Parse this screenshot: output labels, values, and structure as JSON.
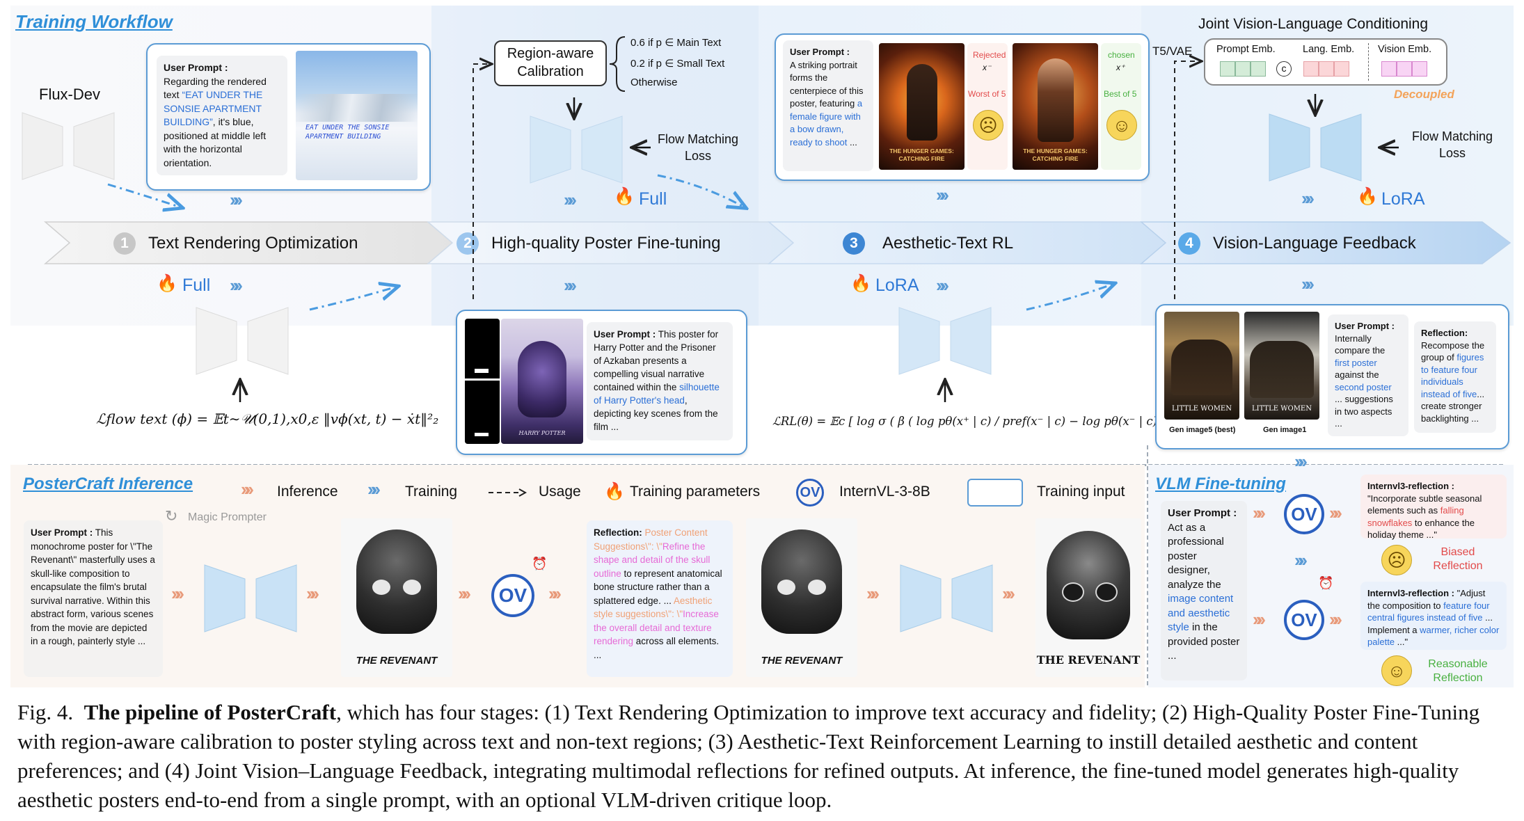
{
  "training": {
    "title": "Training Workflow",
    "flux_dev": "Flux-Dev",
    "stage1": {
      "num": "1",
      "label": "Text Rendering Optimization",
      "train_label": "Full",
      "prompt_head": "User Prompt :",
      "prompt_a": "Regarding the rendered text ",
      "prompt_b": "“EAT UNDER THE SONSIE APARTMENT BUILDING”",
      "prompt_c": ", it's blue, positioned at middle left with the horizontal orientation.",
      "image_text": "EAT UNDER THE SONSIE APARTMENT BUILDING"
    },
    "stage2": {
      "num": "2",
      "label": "High-quality Poster Fine-tuning",
      "train_label": "Full",
      "calibration": "Region-aware Calibration",
      "cond1": "0.6 if p ∈ Main Text",
      "cond2": "0.2 if p ∈ Small Text",
      "cond3": "Otherwise",
      "loss": "Flow Matching Loss",
      "prompt_head": "User Prompt :",
      "prompt_a": "This poster for Harry Potter and the Prisoner of Azkaban presents a compelling visual narrative contained within the ",
      "prompt_b": "silhouette of Harry Potter's head",
      "prompt_c": ", depicting key scenes from the film ...",
      "poster_text": "HARRY POTTER"
    },
    "stage3": {
      "num": "3",
      "label": "Aesthetic-Text RL",
      "train_label": "LoRA",
      "prompt_head": "User Prompt :",
      "prompt_a": "A striking portrait forms the centerpiece of this poster, featuring ",
      "prompt_b": "a female figure with a bow drawn, ready to shoot",
      "prompt_c": " ...",
      "rejected": "Rejected",
      "rejected_var": "x⁻",
      "worst": "Worst of 5",
      "chosen": "chosen",
      "chosen_var": "x⁺",
      "best": "Best of 5",
      "poster_title": "THE HUNGER GAMES: CATCHING FIRE",
      "formula": "ℒRL(θ) = 𝔼c [ log σ ( β ( log pθ(x⁺ | c) / pref(x⁻ | c) − log pθ(x⁻ | c) / pref(x⁻ | c) ) ) ]"
    },
    "stage4": {
      "num": "4",
      "label": "Vision-Language Feedback",
      "train_label": "LoRA",
      "joint_title": "Joint Vision-Language Conditioning",
      "t5vae": "T5/VAE",
      "prompt_emb": "Prompt Emb.",
      "lang_emb": "Lang. Emb.",
      "vision_emb": "Vision Emb.",
      "concat": "c",
      "decoupled": "Decoupled",
      "loss": "Flow Matching Loss",
      "gen5": "Gen image5 (best)",
      "gen1": "Gen image1",
      "poster_title": "LITTLE WOMEN",
      "prompt_head": "User Prompt :",
      "prompt_a": "Internally compare the ",
      "prompt_b": "first poster",
      "prompt_c": " against the ",
      "prompt_d": "second poster",
      "prompt_e": " ... suggestions in two aspects ...",
      "refl_head": "Reflection:",
      "refl_a": "Recompose the group of ",
      "refl_b": "figures to feature four individuals instead of five",
      "refl_c": "... create stronger backlighting ..."
    },
    "flow_loss_formula": "ℒflow text (ϕ) = 𝔼t∼𝒰(0,1),x0,ε ‖vϕ(xt, t) − ẋt‖²₂"
  },
  "inference": {
    "title": "PosterCraft Inference",
    "legend": {
      "inference": "Inference",
      "training": "Training",
      "usage": "Usage",
      "params": "Training parameters",
      "internvl": "InternVL-3-8B",
      "input": "Training input"
    },
    "magic": "Magic Prompter",
    "prompt_head": "User Prompt :",
    "prompt": "This monochrome poster for \\\"The Revenant\\\" masterfully uses a skull-like composition to encapsulate the film's brutal survival narrative. Within this abstract form, various scenes from the movie are depicted in a rough, painterly style ...",
    "refl_head": "Reflection:",
    "refl_a": "Poster Content Suggestions\\\": \\\"",
    "refl_b": "Refine the shape and detail of the skull outline",
    "refl_c": " to represent anatomical bone structure rather than a splattered edge. ...",
    "refl_d": "Aesthetic style suggestions\\\": \\\"",
    "refl_e": "Increase the overall detail and texture rendering",
    "refl_f": " across all elements. ...",
    "poster_title": "THE REVENANT",
    "poster_title2": "THE REVENANT"
  },
  "vlm": {
    "title": "VLM Fine-tuning",
    "prompt_head": "User Prompt :",
    "prompt_a": "Act as a professional poster designer, analyze the ",
    "prompt_b": "image content and aesthetic style",
    "prompt_c": " in the provided poster ...",
    "biased_head": "Internvl3-reflection :",
    "biased_a": "\"Incorporate subtle seasonal elements such as ",
    "biased_b": "falling snowflakes",
    "biased_c": " to enhance the holiday theme ...\"",
    "biased_label": "Biased Reflection",
    "reason_head": "Internvl3-reflection :",
    "reason_a": "\"Adjust the composition to ",
    "reason_b": "feature four central figures instead of five",
    "reason_c": " ... Implement a ",
    "reason_d": "warmer, richer color palette",
    "reason_e": " ...\"",
    "reason_label": "Reasonable Reflection"
  },
  "caption": {
    "prefix": "Fig. 4.",
    "bold": "The pipeline of PosterCraft",
    "text": ", which has four stages: (1) Text Rendering Optimization to improve text accuracy and fidelity; (2) High-Quality Poster Fine-Tuning with region-aware calibration to poster styling across text and non-text regions; (3) Aesthetic-Text Reinforcement Learning to instill detailed aesthetic and content preferences; and (4) Joint Vision–Language Feedback, integrating multimodal reflections for refined outputs. At inference, the fine-tuned model generates high-quality aesthetic posters end-to-end from a single prompt, with an optional VLM-driven critique loop."
  },
  "colors": {
    "accent_blue": "#2f8fd8",
    "panel_border": "#5b9bd5",
    "stage1_circle": "#c7c7c7",
    "stage2_circle": "#9cc6ee",
    "stage3_circle": "#3d86d3",
    "stage4_circle": "#5aa9e8",
    "fire": "#f2762e",
    "pink": "#e66ad6"
  }
}
